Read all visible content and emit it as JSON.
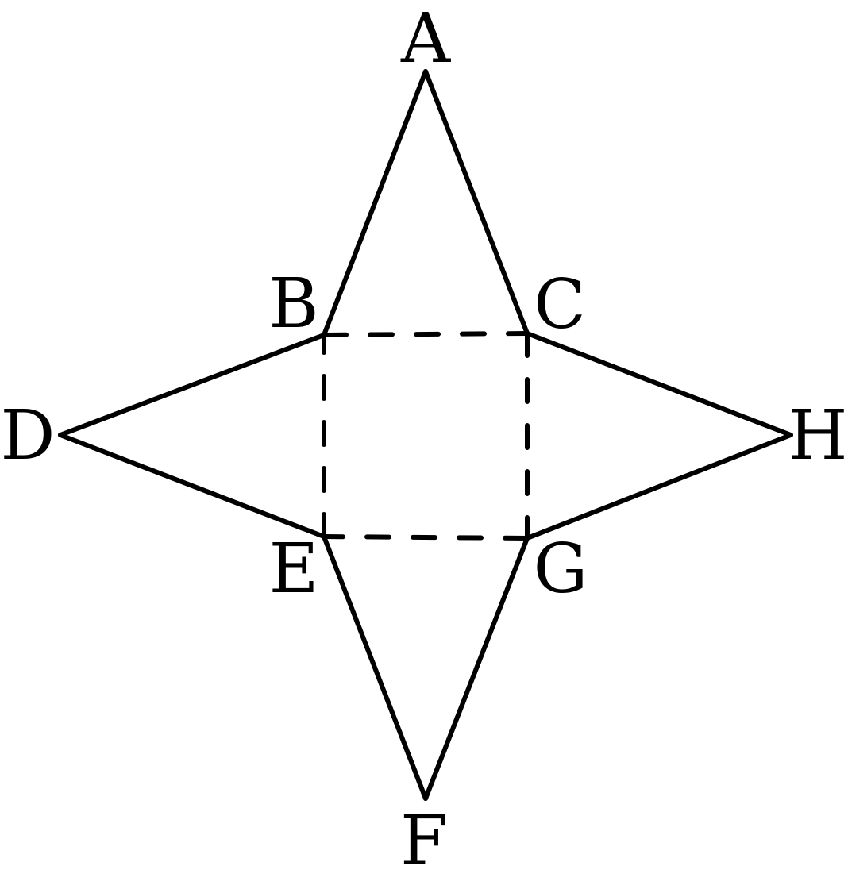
{
  "diagram": {
    "kind": "net of a square-based pyramid",
    "stroke_color": "#000000",
    "background_color": "#ffffff",
    "vertices": [
      {
        "id": "A",
        "label": "A"
      },
      {
        "id": "B",
        "label": "B"
      },
      {
        "id": "C",
        "label": "C"
      },
      {
        "id": "D",
        "label": "D"
      },
      {
        "id": "E",
        "label": "E"
      },
      {
        "id": "F",
        "label": "F"
      },
      {
        "id": "G",
        "label": "G"
      },
      {
        "id": "H",
        "label": "H"
      }
    ],
    "edges": [
      {
        "from": "A",
        "to": "B",
        "style": "solid"
      },
      {
        "from": "A",
        "to": "C",
        "style": "solid"
      },
      {
        "from": "B",
        "to": "D",
        "style": "solid"
      },
      {
        "from": "D",
        "to": "E",
        "style": "solid"
      },
      {
        "from": "C",
        "to": "H",
        "style": "solid"
      },
      {
        "from": "H",
        "to": "G",
        "style": "solid"
      },
      {
        "from": "E",
        "to": "F",
        "style": "solid"
      },
      {
        "from": "F",
        "to": "G",
        "style": "solid"
      },
      {
        "from": "B",
        "to": "C",
        "style": "dashed"
      },
      {
        "from": "C",
        "to": "G",
        "style": "dashed"
      },
      {
        "from": "G",
        "to": "E",
        "style": "dashed"
      },
      {
        "from": "E",
        "to": "B",
        "style": "dashed"
      }
    ]
  }
}
